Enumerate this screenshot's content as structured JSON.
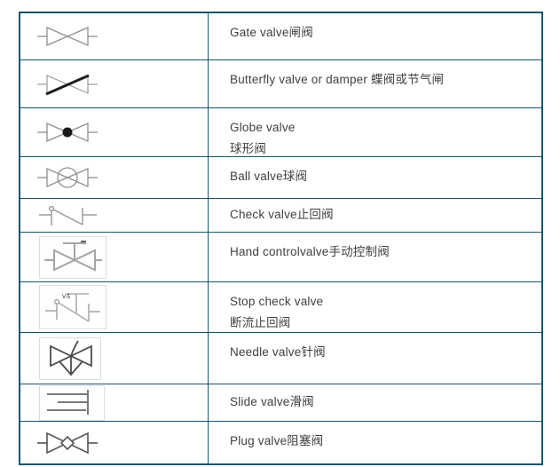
{
  "table": {
    "border_color": "#17546E",
    "text_color": "#3F3F3F",
    "stop_check_annotation": "V-5",
    "rows": [
      {
        "symbol": "gate-valve-symbol",
        "label_lines": [
          "Gate valve闸阀"
        ]
      },
      {
        "symbol": "butterfly-valve-symbol",
        "label_lines": [
          "Butterfly valve or damper 蝶阀或节气闸"
        ]
      },
      {
        "symbol": "globe-valve-symbol",
        "label_lines": [
          "Globe valve",
          "球形阀"
        ]
      },
      {
        "symbol": "ball-valve-symbol",
        "label_lines": [
          "Ball valve球阀"
        ]
      },
      {
        "symbol": "check-valve-symbol",
        "label_lines": [
          "Check valve止回阀"
        ]
      },
      {
        "symbol": "hand-control-valve-symbol",
        "label_lines": [
          "Hand controlvalve手动控制阀"
        ]
      },
      {
        "symbol": "stop-check-valve-symbol",
        "label_lines": [
          "Stop check valve",
          "断流止回阀"
        ]
      },
      {
        "symbol": "needle-valve-symbol",
        "label_lines": [
          "Needle valve针阀"
        ]
      },
      {
        "symbol": "slide-valve-symbol",
        "label_lines": [
          "Slide valve滑阀"
        ]
      },
      {
        "symbol": "plug-valve-symbol",
        "label_lines": [
          "Plug valve阻塞阀"
        ]
      }
    ]
  }
}
